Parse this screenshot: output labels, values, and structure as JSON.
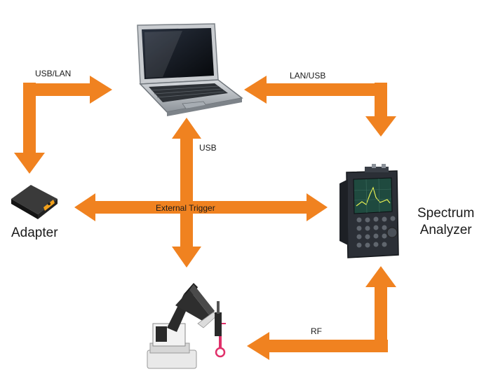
{
  "colors": {
    "arrow": "#f08220",
    "laptop_body": "#b8bcc0",
    "laptop_screen": "#0d1116",
    "analyzer_body": "#2b2f36",
    "analyzer_screen": "#1f4a3f",
    "adapter_body": "#1e1e1e",
    "adapter_accent": "#f2a11c",
    "robot_body": "#2a2a2a",
    "robot_accent": "#e0306a"
  },
  "diagram": {
    "nodes": {
      "adapter": {
        "label": "Adapter",
        "icon": "usb-adapter-icon"
      },
      "spectrum_analyzer": {
        "label": "Spectrum\nAnalyzer",
        "icon": "spectrum-analyzer-icon"
      },
      "laptop": {
        "icon": "laptop-icon"
      },
      "robot_arm": {
        "icon": "robot-arm-icon"
      }
    },
    "edges": {
      "laptop_adapter": "USB/LAN",
      "laptop_analyzer": "LAN/USB",
      "laptop_robot": "USB",
      "trigger": "External Trigger",
      "analyzer_robot": "RF"
    }
  }
}
